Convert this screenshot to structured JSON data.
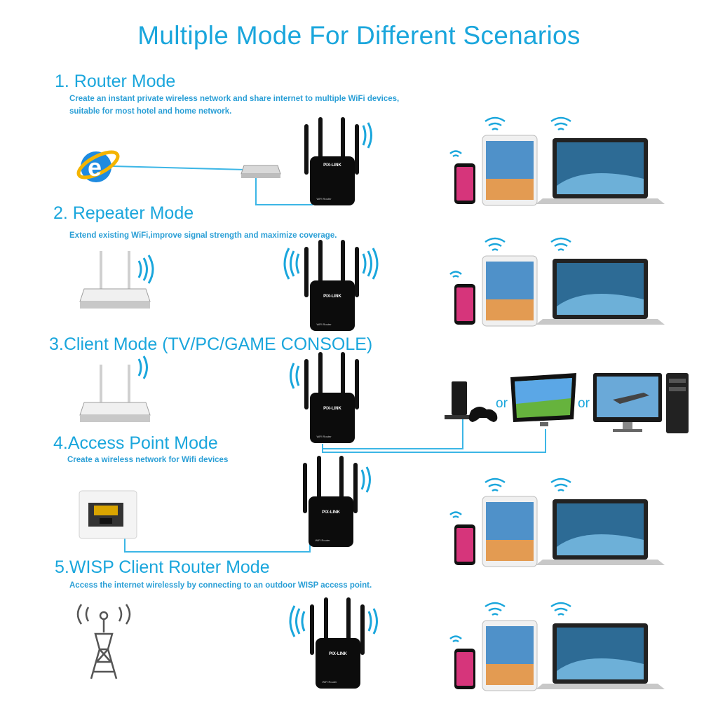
{
  "title": "Multiple Mode For Different Scenarios",
  "modes": [
    {
      "title": "1. Router Mode",
      "desc1": "Create an instant private wireless network and share internet to multiple WiFi devices,",
      "desc2": "suitable for most hotel and home network."
    },
    {
      "title": "2. Repeater Mode",
      "desc1": "Extend existing WiFi,improve signal strength and maximize coverage."
    },
    {
      "title": "3.Client Mode (TV/PC/GAME CONSOLE)"
    },
    {
      "title": "4.Access Point Mode",
      "desc1": "Create a wireless network for Wifi devices"
    },
    {
      "title": "5.WISP Client Router Mode",
      "desc1": "Access the internet wirelessly by connecting to an outdoor WISP access point."
    }
  ],
  "device_brand": "PIX-LINK",
  "device_model": "WiFi Router",
  "or_label": "or",
  "colors": {
    "accent": "#1aa6dc",
    "cable": "#3cb6e6",
    "device": "#111111"
  }
}
